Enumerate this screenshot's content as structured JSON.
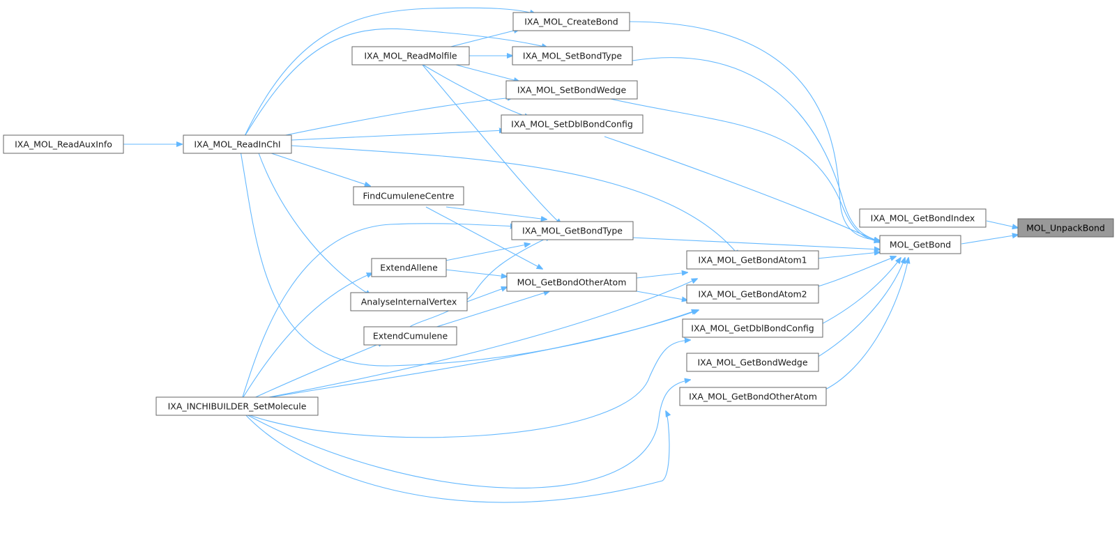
{
  "graph": {
    "nodes": [
      {
        "id": "unpack",
        "label": "MOL_UnpackBond",
        "root": true
      },
      {
        "id": "getbondindex",
        "label": "IXA_MOL_GetBondIndex"
      },
      {
        "id": "getbond",
        "label": "MOL_GetBond"
      },
      {
        "id": "createbond",
        "label": "IXA_MOL_CreateBond"
      },
      {
        "id": "setbondtype",
        "label": "IXA_MOL_SetBondType"
      },
      {
        "id": "setbondwedge",
        "label": "IXA_MOL_SetBondWedge"
      },
      {
        "id": "setdbl",
        "label": "IXA_MOL_SetDblBondConfig"
      },
      {
        "id": "getbondtype",
        "label": "IXA_MOL_GetBondType"
      },
      {
        "id": "atom1",
        "label": "IXA_MOL_GetBondAtom1"
      },
      {
        "id": "atom2",
        "label": "IXA_MOL_GetBondAtom2"
      },
      {
        "id": "getdbl",
        "label": "IXA_MOL_GetDblBondConfig"
      },
      {
        "id": "getwedge",
        "label": "IXA_MOL_GetBondWedge"
      },
      {
        "id": "ixaother",
        "label": "IXA_MOL_GetBondOtherAtom"
      },
      {
        "id": "readmolfile",
        "label": "IXA_MOL_ReadMolfile"
      },
      {
        "id": "readinchi",
        "label": "IXA_MOL_ReadInChI"
      },
      {
        "id": "readaux",
        "label": "IXA_MOL_ReadAuxInfo"
      },
      {
        "id": "findcum",
        "label": "FindCumuleneCentre"
      },
      {
        "id": "molother",
        "label": "MOL_GetBondOtherAtom"
      },
      {
        "id": "extallene",
        "label": "ExtendAllene"
      },
      {
        "id": "analyse",
        "label": "AnalyseInternalVertex"
      },
      {
        "id": "extcum",
        "label": "ExtendCumulene"
      },
      {
        "id": "builder",
        "label": "IXA_INCHIBUILDER_SetMolecule"
      }
    ]
  },
  "colors": {
    "edge": "#63b8ff",
    "node_border": "#666666",
    "root_fill": "#999999",
    "node_fill": "#ffffff"
  }
}
